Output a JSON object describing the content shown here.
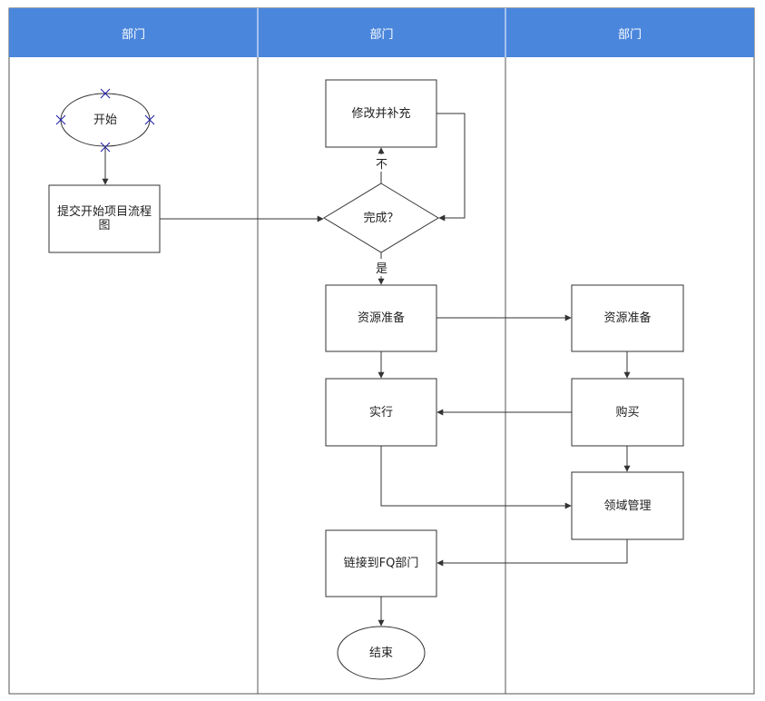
{
  "colors": {
    "header_bg": "#4a86dc",
    "header_text": "#ffffff",
    "line": "#333333",
    "node_border": "#333333",
    "start_marker": "#1a1aaa"
  },
  "lanes": [
    {
      "title": "部门"
    },
    {
      "title": "部门"
    },
    {
      "title": "部门"
    }
  ],
  "nodes": {
    "start": "开始",
    "submit": "提交开始项目流程图",
    "revise": "修改并补充",
    "complete": "完成？",
    "prep_mid": "资源准备",
    "prep_right": "资源准备",
    "execute": "实行",
    "purchase": "购买",
    "domain_mgmt": "领域管理",
    "link_fq": "链接到FQ部门",
    "end": "结束"
  },
  "edge_labels": {
    "no": "不",
    "yes": "是"
  }
}
